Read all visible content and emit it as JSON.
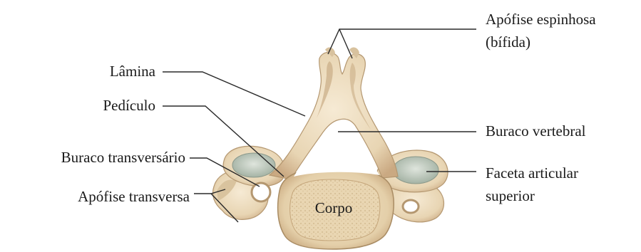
{
  "labels": {
    "spinous": "Apófise espinhosa",
    "spinous_sub": "(bífida)",
    "lamina": "Lâmina",
    "pedicle": "Pedículo",
    "transverse_foramen": "Buraco transversário",
    "transverse_process": "Apófise transversa",
    "vertebral_foramen": "Buraco vertebral",
    "facet": "Faceta articular",
    "facet_sub": "superior",
    "body": "Corpo"
  },
  "colors": {
    "bone": "#ecdcc0",
    "bone_shadow": "#c9b08a",
    "bone_dark": "#a88e68",
    "facet": "#cfd7cf",
    "leader": "#2a2a2a"
  }
}
